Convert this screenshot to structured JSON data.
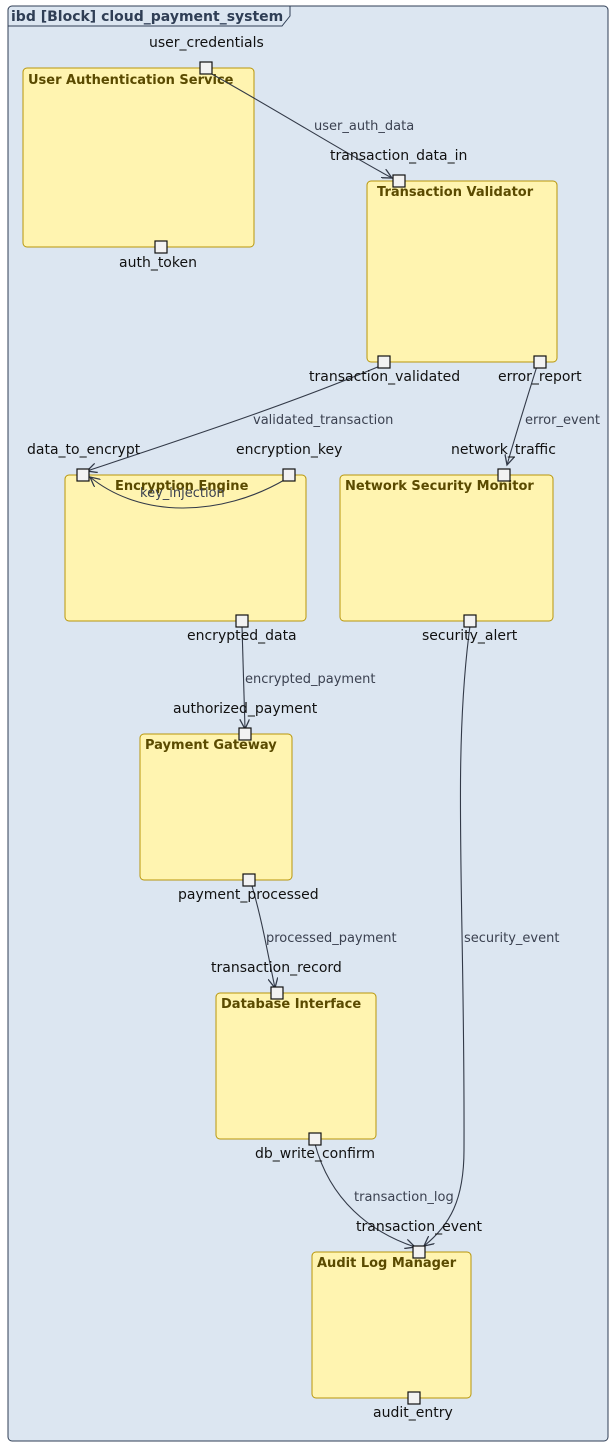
{
  "frame": {
    "title": "ibd [Block] cloud_payment_system"
  },
  "colors": {
    "frame_fill": "#dce6f1",
    "frame_stroke": "#2f3e55",
    "block_fill": "#fff4b0",
    "block_stroke": "#b8960a",
    "port_fill": "#f2f2f2",
    "connector": "#333a48"
  },
  "blocks": {
    "user_auth": {
      "title": "User Authentication Service",
      "ports": {
        "user_credentials": "user_credentials",
        "auth_token": "auth_token"
      }
    },
    "validator": {
      "title": "Transaction Validator",
      "ports": {
        "transaction_data_in": "transaction_data_in",
        "transaction_validated": "transaction_validated",
        "error_report": "error_report"
      }
    },
    "encryption": {
      "title": "Encryption Engine",
      "ports": {
        "data_to_encrypt": "data_to_encrypt",
        "encryption_key": "encryption_key",
        "encrypted_data": "encrypted_data"
      }
    },
    "netsec": {
      "title": "Network Security Monitor",
      "ports": {
        "network_traffic": "network_traffic",
        "security_alert": "security_alert"
      }
    },
    "gateway": {
      "title": "Payment Gateway",
      "ports": {
        "authorized_payment": "authorized_payment",
        "payment_processed": "payment_processed"
      }
    },
    "database": {
      "title": "Database Interface",
      "ports": {
        "transaction_record": "transaction_record",
        "db_write_confirm": "db_write_confirm"
      }
    },
    "audit": {
      "title": "Audit Log Manager",
      "ports": {
        "transaction_event": "transaction_event",
        "audit_entry": "audit_entry"
      }
    }
  },
  "flows": {
    "user_auth_data": "user_auth_data",
    "validated_transaction": "validated_transaction",
    "error_event": "error_event",
    "key_injection": "key_injection",
    "encrypted_payment": "encrypted_payment",
    "security_event": "security_event",
    "processed_payment": "processed_payment",
    "transaction_log": "transaction_log"
  }
}
